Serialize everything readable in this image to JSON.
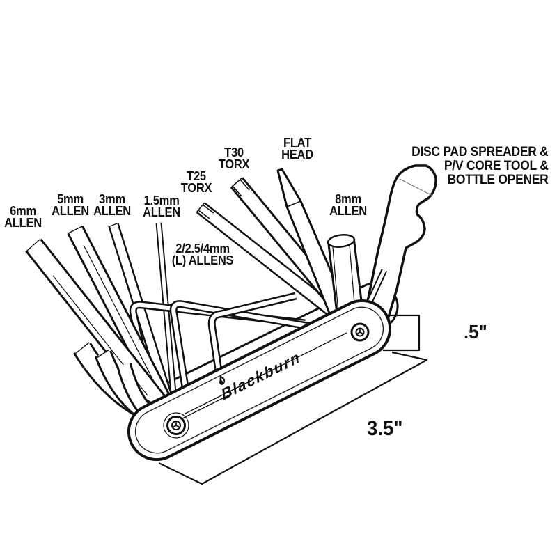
{
  "tool_labels": {
    "allen_6mm": "6mm\nALLEN",
    "allen_5mm": "5mm\nALLEN",
    "allen_3mm": "3mm\nALLEN",
    "allen_1_5mm": "1.5mm\nALLEN",
    "torx_t25": "T25\nTORX",
    "torx_t30": "T30\nTORX",
    "flat_head": "FLAT\nHEAD",
    "allen_8mm": "8mm\nALLEN",
    "l_allens": "2/2.5/4mm\n(L) ALLENS",
    "spreader_combo": "DISC PAD SPREADER &\nP/V CORE TOOL &\nBOTTLE OPENER"
  },
  "dimensions": {
    "length": "3.5\"",
    "thickness": ".5\""
  },
  "brand": {
    "logo_text": "Blackburn",
    "logo_icon": "flame-icon"
  },
  "colors": {
    "background": "#ffffff",
    "line": "#111111",
    "text": "#111111"
  }
}
